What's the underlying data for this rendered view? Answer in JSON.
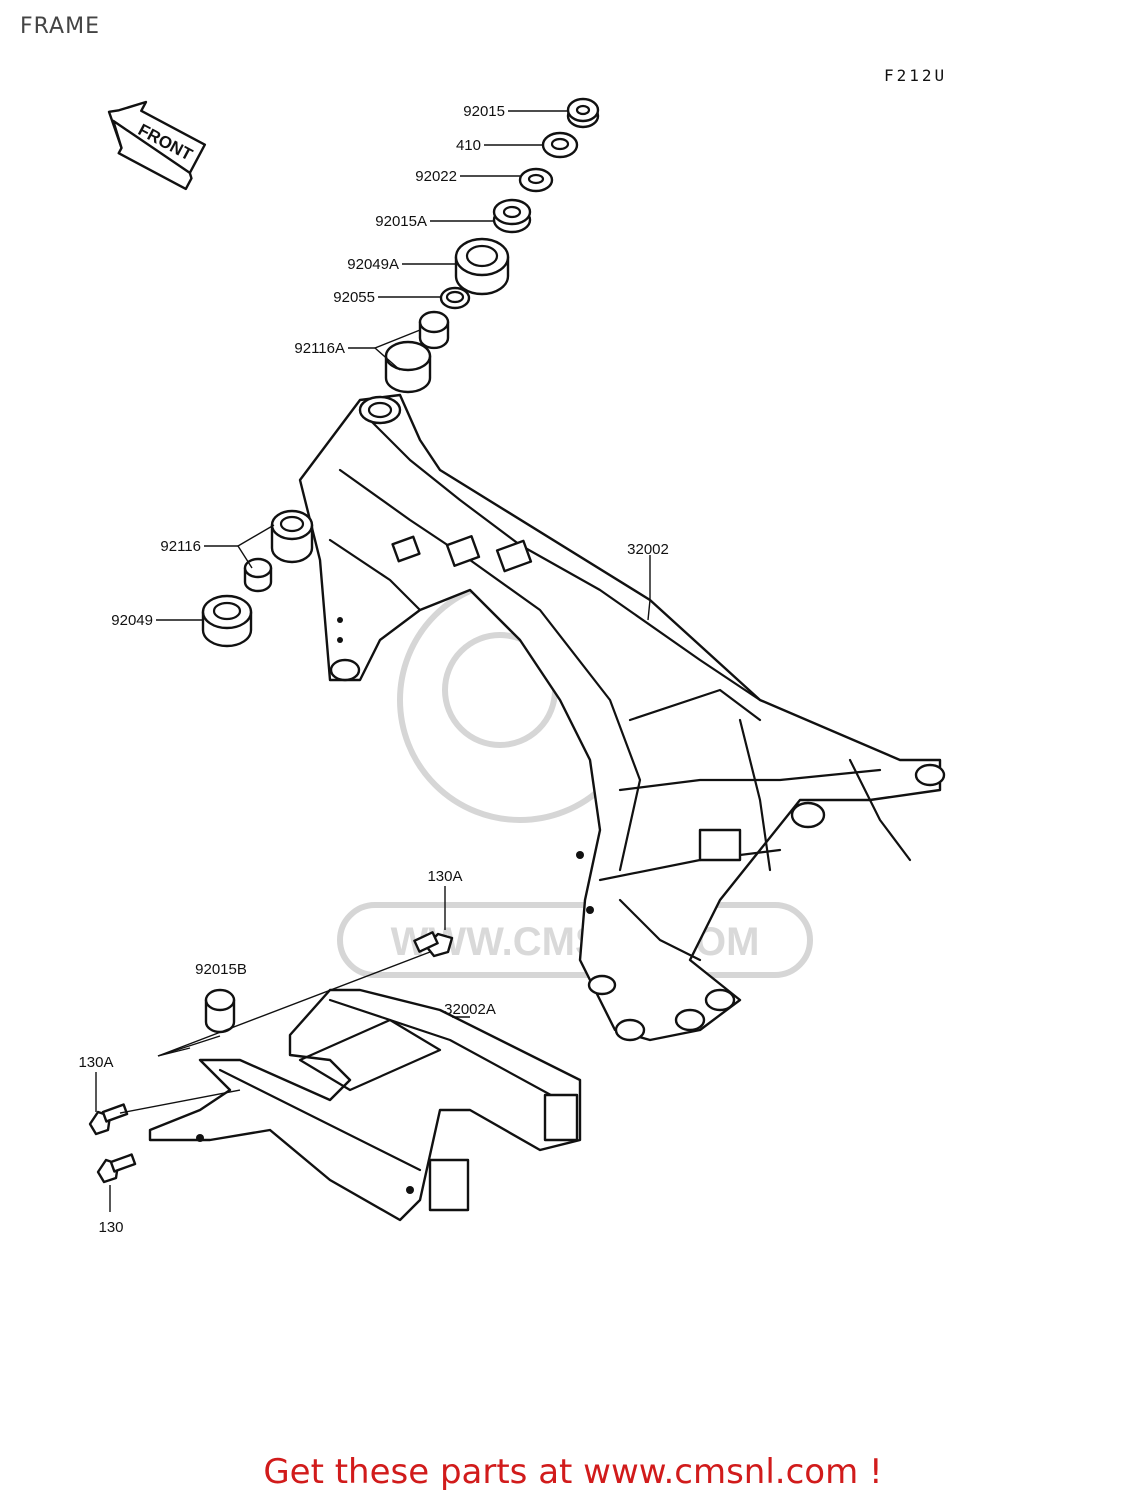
{
  "page": {
    "title": "FRAME",
    "diagram_code": "F212U"
  },
  "front_arrow": {
    "label": "FRONT"
  },
  "callouts": [
    {
      "id": "c1",
      "text": "92015"
    },
    {
      "id": "c2",
      "text": "410"
    },
    {
      "id": "c3",
      "text": "92022"
    },
    {
      "id": "c4",
      "text": "92015A"
    },
    {
      "id": "c5",
      "text": "92049A"
    },
    {
      "id": "c6",
      "text": "92055"
    },
    {
      "id": "c7",
      "text": "92116A"
    },
    {
      "id": "c8",
      "text": "92116"
    },
    {
      "id": "c9",
      "text": "92049"
    },
    {
      "id": "c10",
      "text": "32002"
    },
    {
      "id": "c11",
      "text": "130A"
    },
    {
      "id": "c12",
      "text": "92015B"
    },
    {
      "id": "c13",
      "text": "32002A"
    },
    {
      "id": "c14",
      "text": "130A"
    },
    {
      "id": "c15",
      "text": "130"
    }
  ],
  "watermark": {
    "text": "WWW.CMSNL.COM"
  },
  "footer": {
    "text": "Get these parts at www.cmsnl.com !"
  },
  "colors": {
    "footer": "#d11b1b",
    "linework": "#111111",
    "watermark": "#d6d6d6"
  }
}
